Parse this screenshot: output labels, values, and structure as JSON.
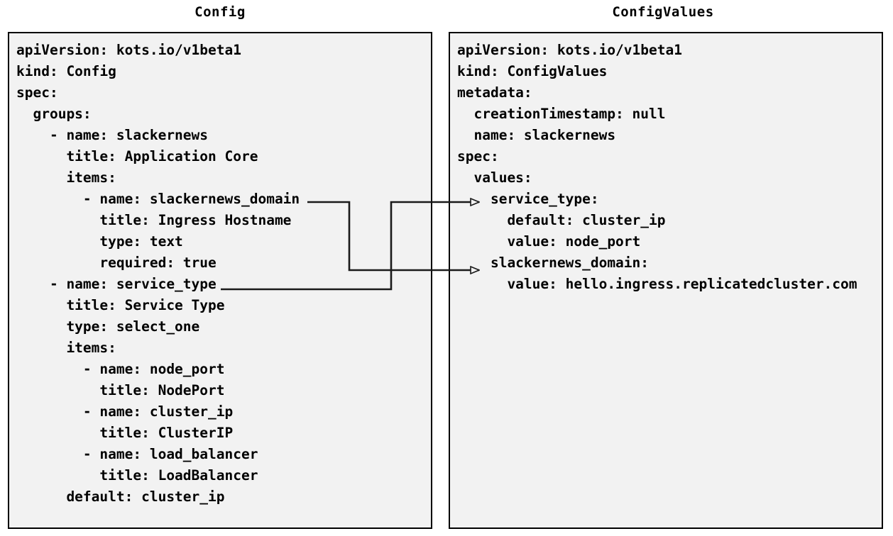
{
  "diagram": {
    "title_left": "Config",
    "title_right": "ConfigValues",
    "background_color": "#ffffff",
    "panel_fill": "#f2f2f2",
    "panel_border_color": "#000000",
    "text_color": "#000000"
  },
  "config_panel": {
    "label": "Config",
    "lines": [
      "apiVersion: kots.io/v1beta1",
      "kind: Config",
      "spec:",
      "  groups:",
      "    - name: slackernews",
      "      title: Application Core",
      "      items:",
      "        - name: slackernews_domain",
      "          title: Ingress Hostname",
      "          type: text",
      "          required: true",
      "    - name: service_type",
      "      title: Service Type",
      "      type: select_one",
      "      items:",
      "        - name: node_port",
      "          title: NodePort",
      "        - name: cluster_ip",
      "          title: ClusterIP",
      "        - name: load_balancer",
      "          title: LoadBalancer",
      "      default: cluster_ip"
    ]
  },
  "configvalues_panel": {
    "label": "ConfigValues",
    "lines": [
      "apiVersion: kots.io/v1beta1",
      "kind: ConfigValues",
      "metadata:",
      "  creationTimestamp: null",
      "  name: slackernews",
      "spec:",
      "  values:",
      "    service_type:",
      "      default: cluster_ip",
      "      value: node_port",
      "    slackernews_domain:",
      "      value: hello.ingress.replicatedcluster.com"
    ]
  },
  "connectors": [
    {
      "name": "slackernews-domain-connector",
      "from_label": "slackernews_domain",
      "to_label": "slackernews_domain:",
      "arrowhead": "open-triangle"
    },
    {
      "name": "service-type-connector",
      "from_label": "service_type",
      "to_label": "service_type:",
      "arrowhead": "open-triangle"
    }
  ]
}
